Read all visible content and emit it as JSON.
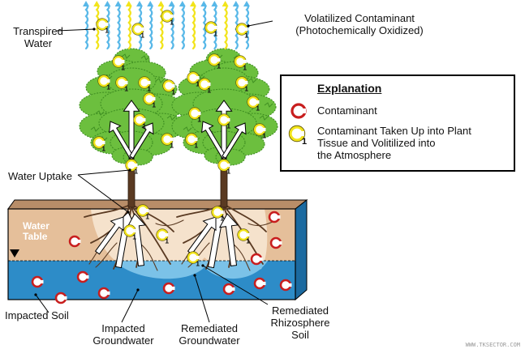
{
  "labels": {
    "transpired_water": "Transpired\nWater",
    "volatilized": "Volatilized Contaminant\n(Photochemically Oxidized)",
    "water_uptake": "Water Uptake",
    "water_table": "Water\nTable",
    "impacted_soil": "Impacted Soil",
    "impacted_groundwater": "Impacted\nGroundwater",
    "remediated_groundwater": "Remediated\nGroundwater",
    "remediated_rhizosphere": "Remediated\nRhizosphere\nSoil"
  },
  "legend": {
    "title": "Explanation",
    "items": [
      {
        "symbol": "contaminant",
        "text": "Contaminant"
      },
      {
        "symbol": "taken-up",
        "text": "Contaminant Taken Up into Plant\nTissue and Volitilized into\nthe Atmosphere"
      }
    ]
  },
  "symbols": {
    "contaminant_letter": "C",
    "taken_up_letter": "C",
    "taken_up_subscript": "1"
  },
  "credit": "WWW.TKSECTOR.COM",
  "colors": {
    "contaminant": "#c81e1e",
    "taken_up": "#f2e41a",
    "foliage": "#6cbf3e",
    "foliage_dark": "#3f8f22",
    "trunk": "#5a3a22",
    "soil": "#e5bf9a",
    "soil_light": "#f5e2cc",
    "groundwater": "#2d8cc8",
    "groundwater_light": "#7bc2e8",
    "vapor_blue": "#58b8e8",
    "vapor_yellow": "#f2e41a",
    "arrow_fill": "#ffffff"
  }
}
